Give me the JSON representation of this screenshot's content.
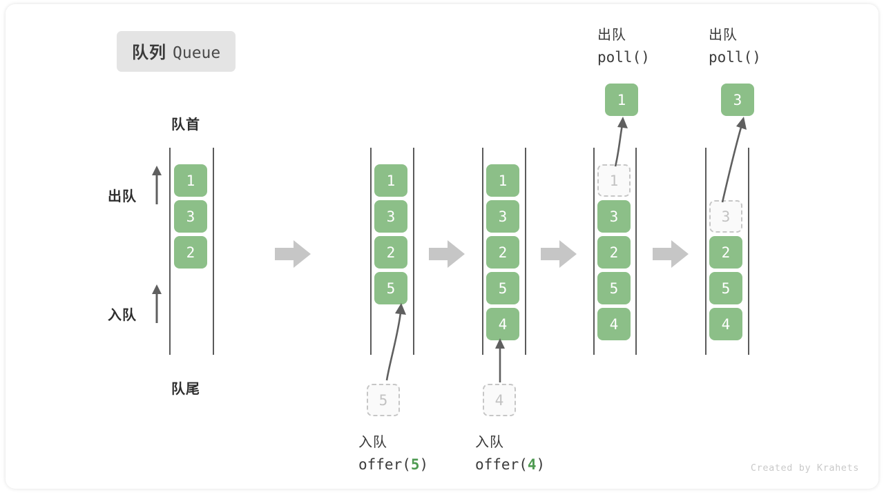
{
  "title": {
    "cn": "队列",
    "en": "Queue"
  },
  "labels": {
    "head": "队首",
    "tail": "队尾",
    "dequeue": "出队",
    "enqueue": "入队"
  },
  "footer": "Created by Krahets",
  "colors": {
    "element_green": "#8cbf88",
    "ghost_border": "#c6c6c6",
    "ghost_text": "#c2c2c2",
    "rail": "#5a5a5a",
    "arrow": "#5f5f5f",
    "step_arrow": "#c6c6c6",
    "badge_bg": "#e4e4e4",
    "text_dark": "#2e2e2e"
  },
  "columns": [
    {
      "id": "col-1",
      "cells": [
        {
          "value": "1",
          "ghost": false
        },
        {
          "value": "3",
          "ghost": false
        },
        {
          "value": "2",
          "ghost": false
        }
      ]
    },
    {
      "id": "col-2",
      "cells": [
        {
          "value": "1",
          "ghost": false
        },
        {
          "value": "3",
          "ghost": false
        },
        {
          "value": "2",
          "ghost": false
        },
        {
          "value": "5",
          "ghost": false
        }
      ]
    },
    {
      "id": "col-3",
      "cells": [
        {
          "value": "1",
          "ghost": false
        },
        {
          "value": "3",
          "ghost": false
        },
        {
          "value": "2",
          "ghost": false
        },
        {
          "value": "5",
          "ghost": false
        },
        {
          "value": "4",
          "ghost": false
        }
      ]
    },
    {
      "id": "col-4",
      "cells": [
        {
          "value": "1",
          "ghost": true
        },
        {
          "value": "3",
          "ghost": false
        },
        {
          "value": "2",
          "ghost": false
        },
        {
          "value": "5",
          "ghost": false
        },
        {
          "value": "4",
          "ghost": false
        }
      ]
    },
    {
      "id": "col-5",
      "cells": [
        {
          "value": "",
          "ghost": null
        },
        {
          "value": "3",
          "ghost": true
        },
        {
          "value": "2",
          "ghost": false
        },
        {
          "value": "5",
          "ghost": false
        },
        {
          "value": "4",
          "ghost": false
        }
      ]
    }
  ],
  "operations": {
    "offer5": {
      "line1": "入队",
      "fn_open": "offer(",
      "value": "5",
      "fn_close": ")"
    },
    "offer4": {
      "line1": "入队",
      "fn_open": "offer(",
      "value": "4",
      "fn_close": ")"
    },
    "poll1": {
      "line1": "出队",
      "fn": "poll()",
      "result": "1"
    },
    "poll2": {
      "line1": "出队",
      "fn": "poll()",
      "result": "3"
    }
  },
  "pending": {
    "offer5_ghost": "5",
    "offer4_ghost": "4"
  },
  "step_arrow_glyph": "step-right-arrow"
}
